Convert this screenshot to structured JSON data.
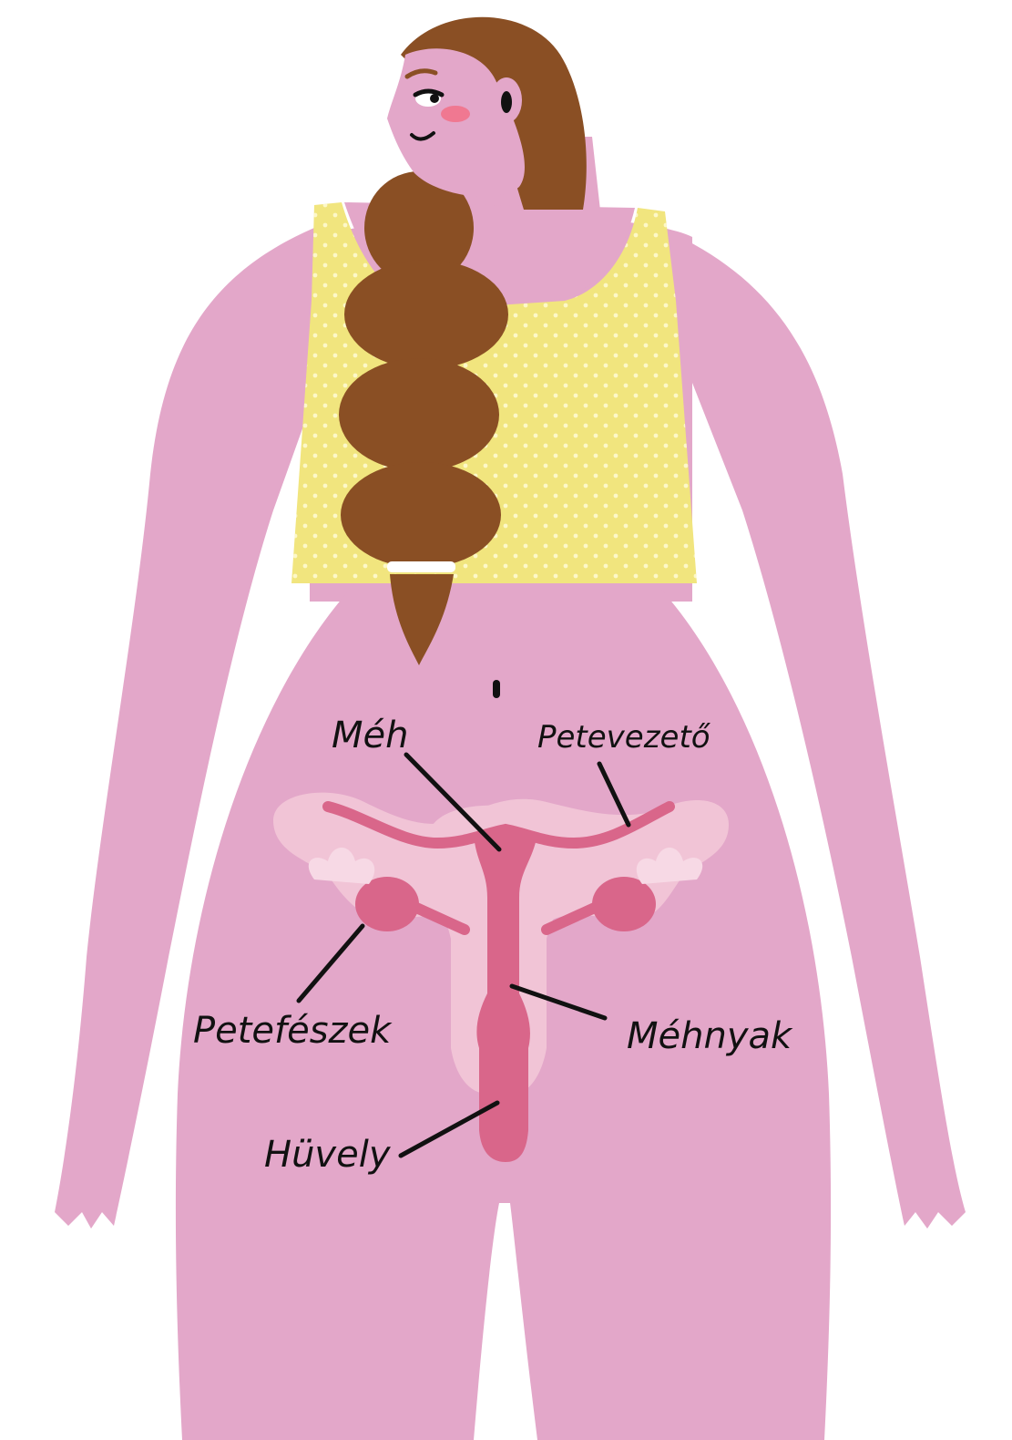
{
  "labels": {
    "uterus": "Méh",
    "fallopian_tube": "Petevezető",
    "ovary": "Petefészek",
    "cervix": "Méhnyak",
    "vagina": "Hüvely"
  },
  "colors": {
    "skin": "#e3a7c9",
    "hair": "#8a4f24",
    "top": "#f1e57e",
    "top_dots": "#fdf8c8",
    "organ_light": "#f1c4d6",
    "organ_mid": "#e6a3be",
    "organ_dark": "#d9668a",
    "line": "#111111",
    "cheek": "#f07891"
  }
}
